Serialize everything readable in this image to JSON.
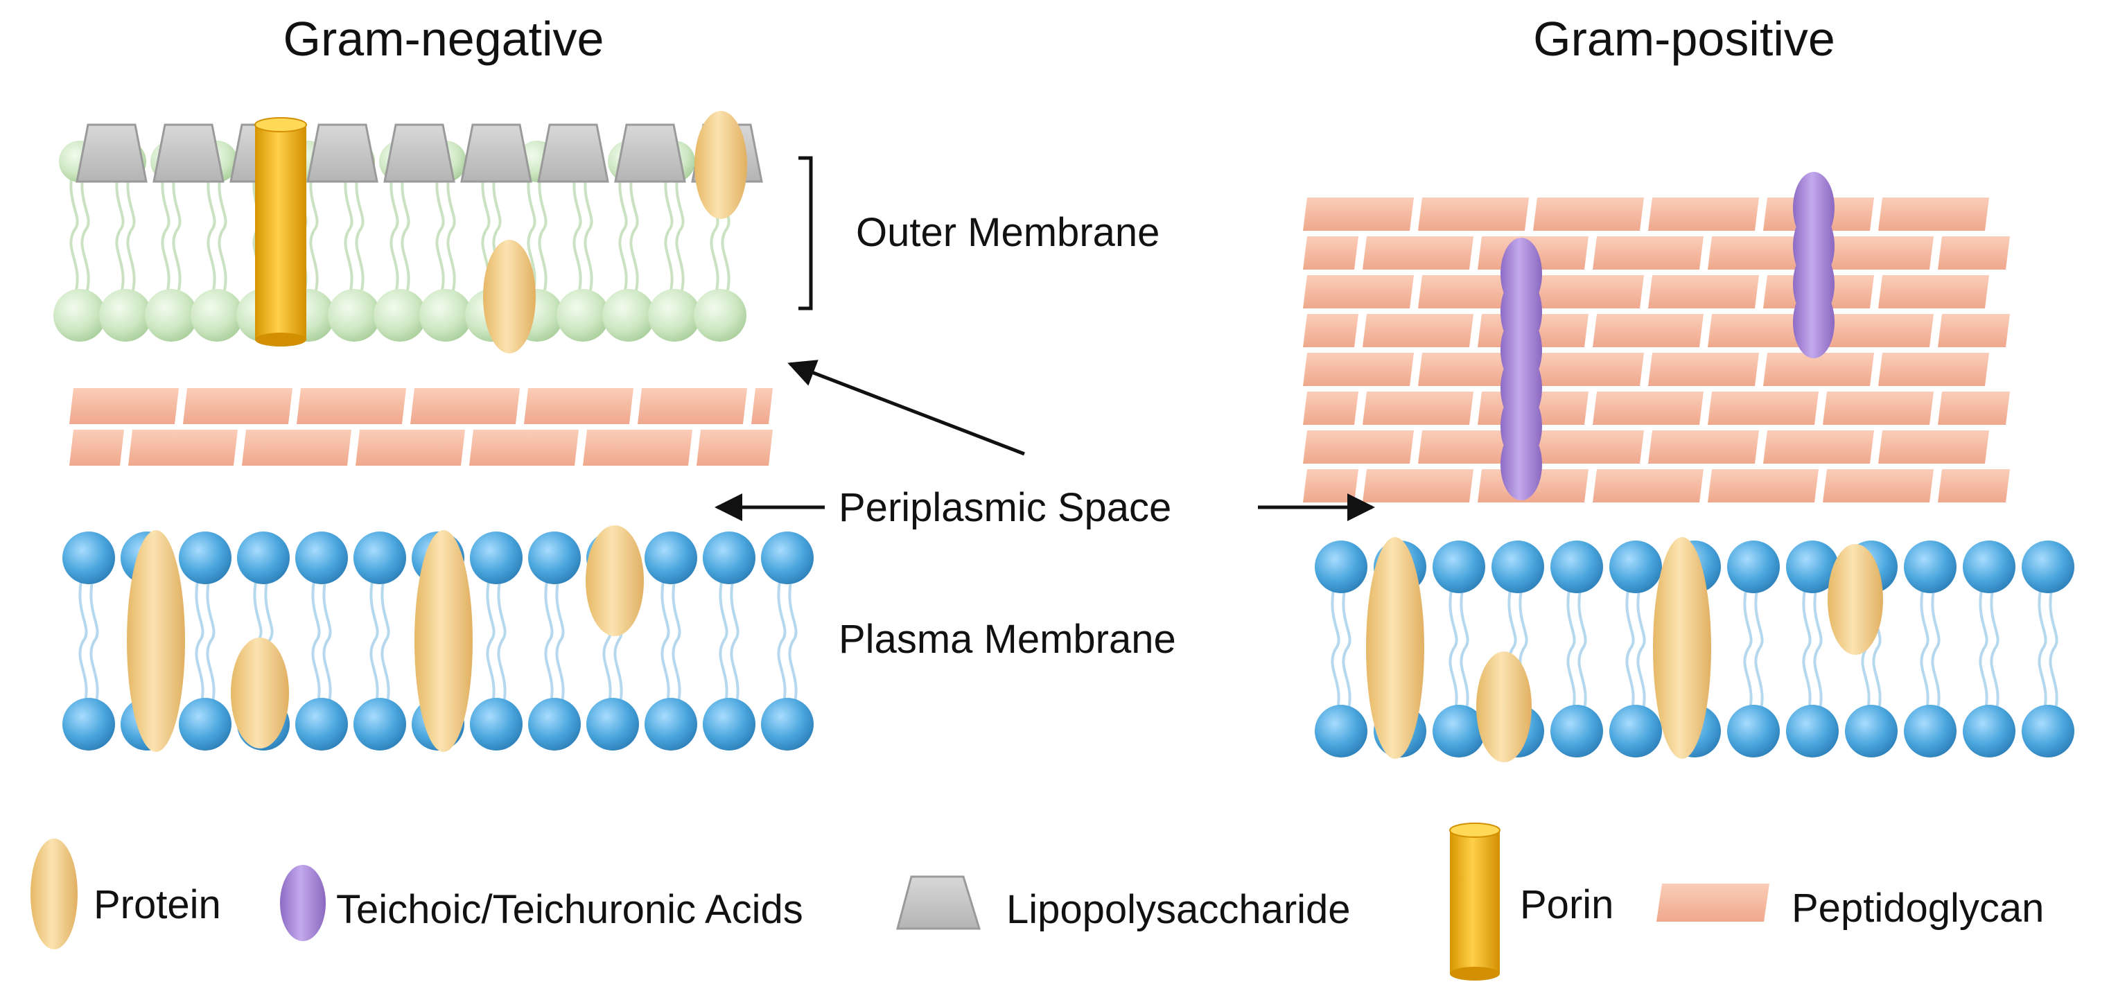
{
  "panels": {
    "gram_negative": {
      "title": "Gram-negative"
    },
    "gram_positive": {
      "title": "Gram-positive"
    }
  },
  "labels": {
    "outer_membrane": "Outer Membrane",
    "periplasmic_space": "Periplasmic Space",
    "plasma_membrane": "Plasma Membrane"
  },
  "legend": [
    {
      "icon": "protein-icon",
      "label": "Protein"
    },
    {
      "icon": "teichoic-acid-icon",
      "label": "Teichoic/Teichuronic Acids"
    },
    {
      "icon": "lipopolysaccharide-icon",
      "label": "Lipopolysaccharide"
    },
    {
      "icon": "porin-icon",
      "label": "Porin"
    },
    {
      "icon": "peptidoglycan-icon",
      "label": "Peptidoglycan"
    }
  ],
  "colors": {
    "protein": "#f3d08c",
    "teichoic_acid": "#a78bd6",
    "lipopolysaccharide": "#c8c8c8",
    "porin": "#f2b400",
    "peptidoglycan": "#f6b8a0",
    "outer_lipid_head": "#cfe8c4",
    "plasma_lipid_head": "#4aa6dd"
  }
}
